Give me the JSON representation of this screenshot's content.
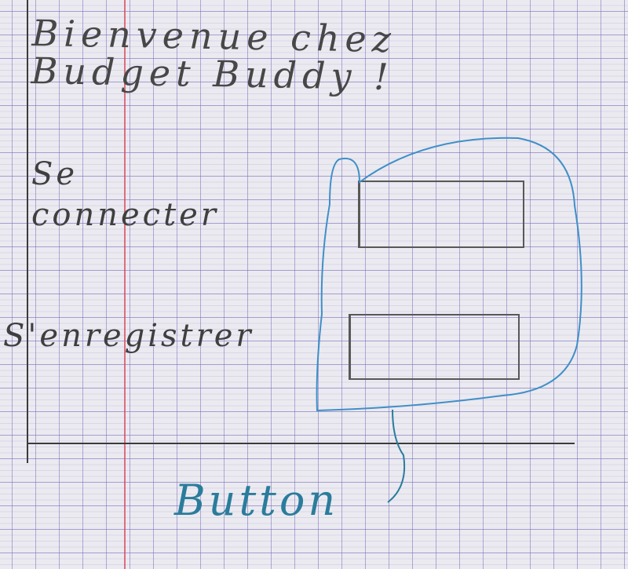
{
  "title": {
    "line1": "Bienvenue chez",
    "line2": "Budget Buddy !"
  },
  "login": {
    "label_line1": "Se",
    "label_line2": "connecter"
  },
  "register": {
    "label": "S'enregistrer"
  },
  "annotation": {
    "text": "Button",
    "color": "#2a7c9c"
  },
  "colors": {
    "paper": "#ebeaf0",
    "margin_line": "#d6465a",
    "grid_line": "#786ebe",
    "pencil": "#3b3b3b"
  }
}
